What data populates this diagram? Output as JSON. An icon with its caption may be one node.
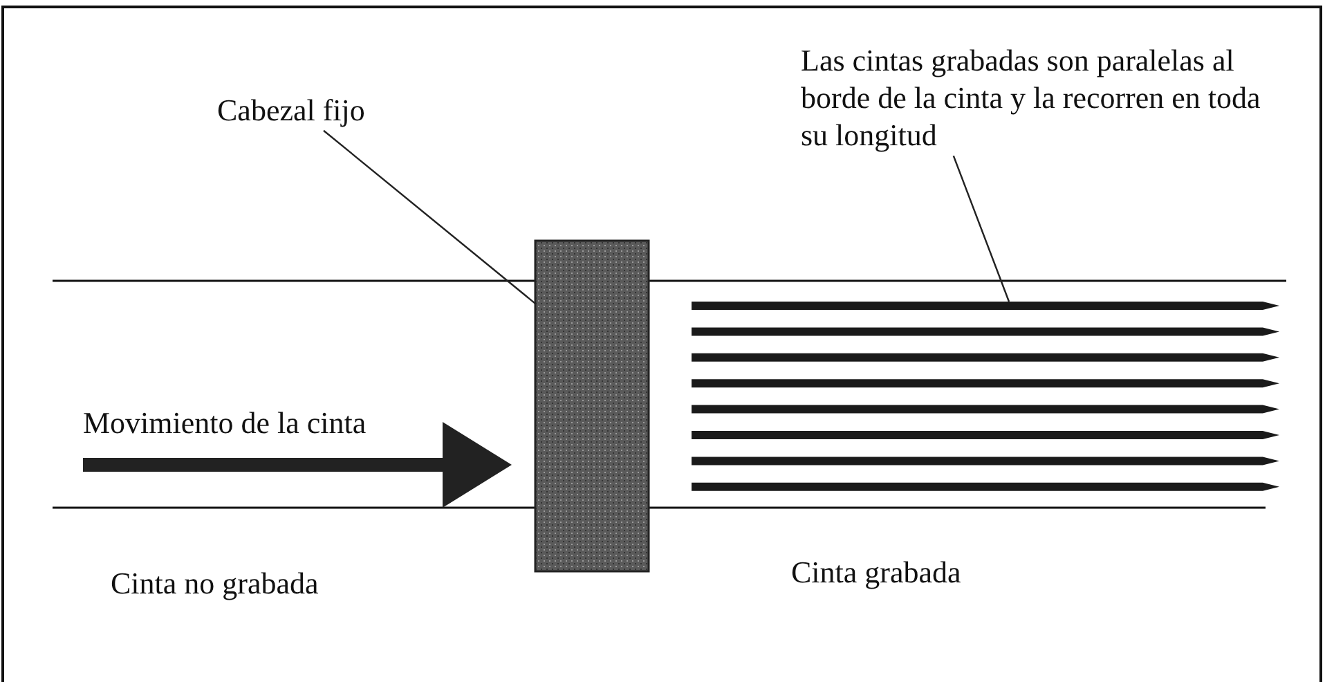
{
  "diagram": {
    "nodes": [
      {
        "text": [
          "Cabezal fijo"
        ]
      },
      {
        "text": [],
        "shape": "box"
      },
      {
        "text": [
          "Las cintas grabadas son paralelas al borde de la cinta y la recorren en toda su longitud"
        ]
      },
      {
        "text": [],
        "shape": "bar"
      }
    ],
    "edges": [
      {
        "from": 0,
        "to": 1,
        "arrow": "none"
      },
      {
        "from": 2,
        "to": 3,
        "arrow": "none"
      }
    ],
    "labels": [
      "Movimiento de la cinta",
      "Cinta no grabada",
      "Cinta grabada"
    ]
  }
}
